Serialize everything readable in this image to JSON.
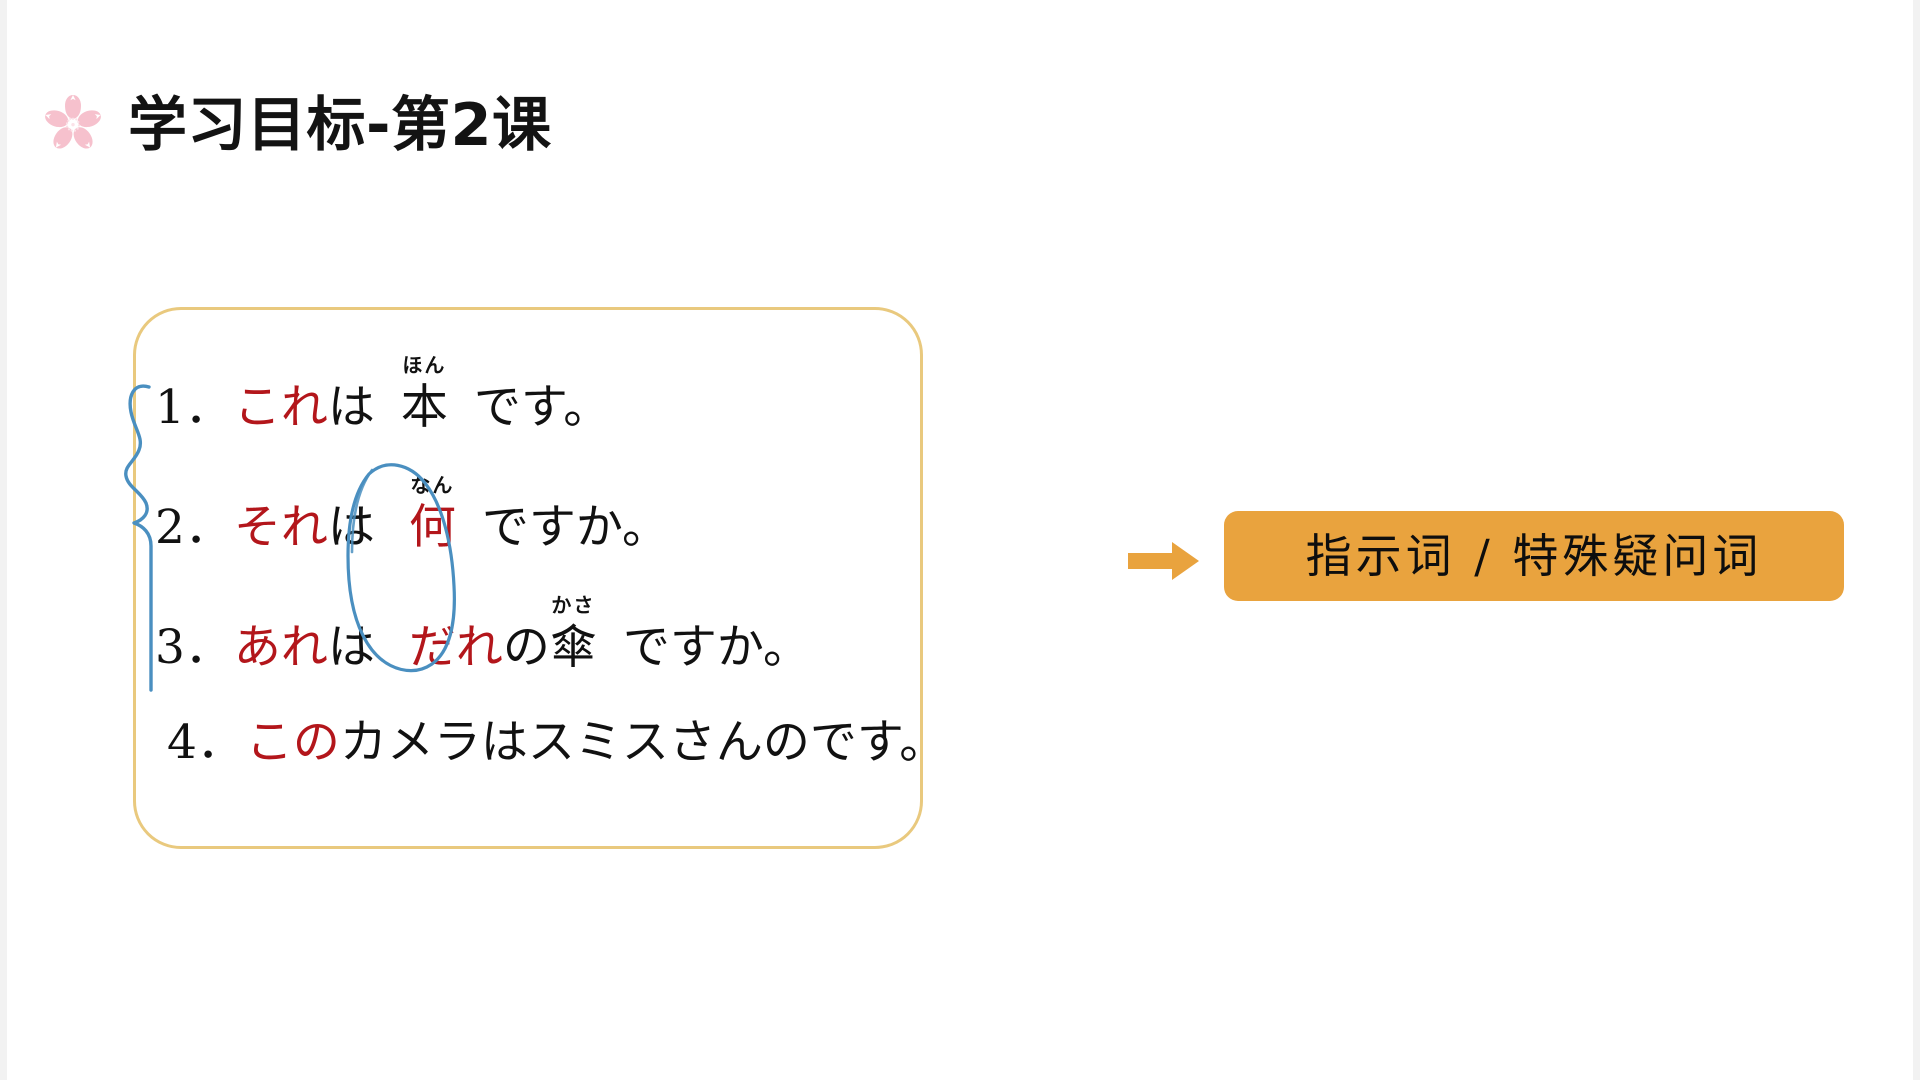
{
  "slide": {
    "background_color": "#ffffff",
    "title": {
      "icon": "sakura-flower-icon",
      "icon_color": "#f6c1cd",
      "text": "学习目标-第2课"
    }
  },
  "card": {
    "border_color": "#e9c97e",
    "accent_red": "#b3161b",
    "ink_color": "#4a8fc0",
    "sentences": [
      {
        "number": "1．",
        "segments": [
          {
            "text": "これ",
            "color": "red"
          },
          {
            "text": "は",
            "color": "black"
          },
          {
            "space": "m"
          },
          {
            "text": "本",
            "color": "black",
            "furigana": "ほん"
          },
          {
            "space": "m"
          },
          {
            "text": "です。",
            "color": "black"
          }
        ],
        "plain": "1．これは　本　です。"
      },
      {
        "number": "2．",
        "segments": [
          {
            "text": "それ",
            "color": "red"
          },
          {
            "text": "は",
            "color": "black"
          },
          {
            "space": "l"
          },
          {
            "text": "何",
            "color": "red",
            "furigana": "なん"
          },
          {
            "space": "m"
          },
          {
            "text": "ですか。",
            "color": "black"
          }
        ],
        "plain": "2．それは　何　ですか。"
      },
      {
        "number": "3．",
        "segments": [
          {
            "text": "あれ",
            "color": "red"
          },
          {
            "text": "は",
            "color": "black"
          },
          {
            "space": "l"
          },
          {
            "text": "だれ",
            "color": "red"
          },
          {
            "text": "の",
            "color": "black"
          },
          {
            "text": "傘",
            "color": "black",
            "furigana": "かさ"
          },
          {
            "space": "m"
          },
          {
            "text": "ですか。",
            "color": "black"
          }
        ],
        "plain": "3．あれは　だれの傘　ですか。"
      },
      {
        "number": "4．",
        "segments": [
          {
            "text": "この",
            "color": "red"
          },
          {
            "space": "m"
          },
          {
            "text": "カメラは",
            "color": "black"
          },
          {
            "space": "m"
          },
          {
            "text": "スミスさんのです。",
            "color": "black"
          }
        ],
        "plain": "4．この　カメラは　スミスさんのです。"
      }
    ],
    "annotations": {
      "brace": "hand-drawn blue curly brace grouping sentences 1-3",
      "ellipse": "hand-drawn blue ellipse circling 何 and だれ"
    }
  },
  "callout": {
    "arrow": "right-arrow-icon",
    "arrow_color": "#e9a33e",
    "chip_background": "#e9a33e",
    "chip_text": "指示词 / 特殊疑问词"
  }
}
